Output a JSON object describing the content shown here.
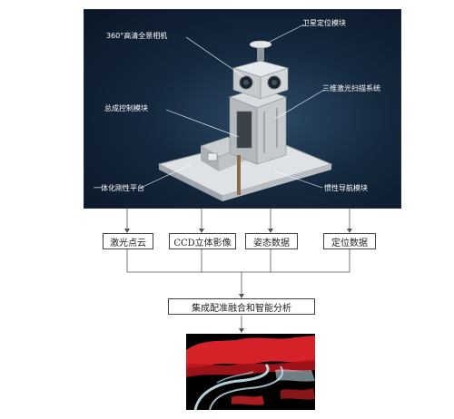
{
  "photo": {
    "callouts": {
      "camera": "360°高清全景相机",
      "gnss": "卫星定位模块",
      "laser": "三维激光扫描系统",
      "control": "总成控制模块",
      "platform": "一体化刚性平台",
      "imu": "惯性导航模块"
    }
  },
  "flow": {
    "inputs": [
      "激光点云",
      "CCD立体影像",
      "姿态数据",
      "定位数据"
    ],
    "fusion": "集成配准融合和智能分析"
  },
  "colors": {
    "box_border": "#444444",
    "line": "#555555",
    "point_red": "#e0242a",
    "point_cyan": "#c8e6ee"
  }
}
